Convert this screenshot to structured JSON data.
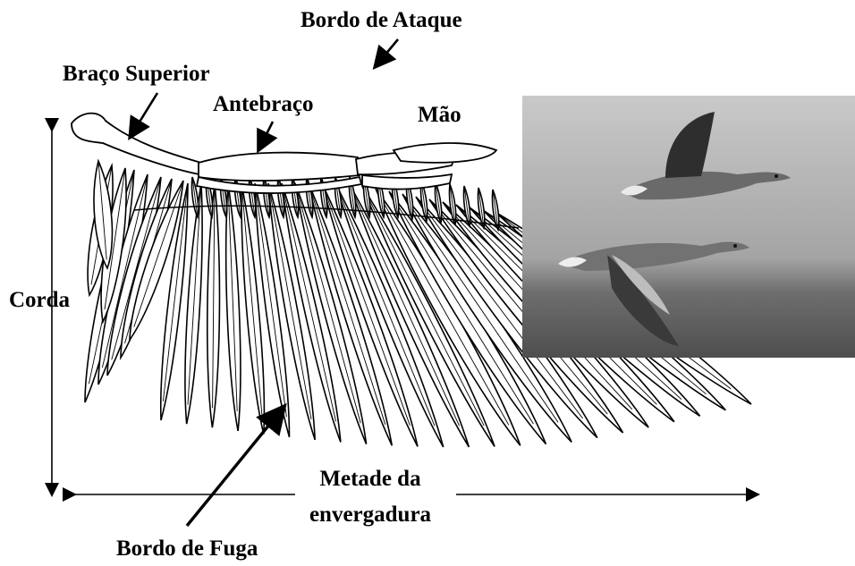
{
  "labels": {
    "leading_edge": "Bordo de Ataque",
    "upper_arm": "Braço Superior",
    "forearm": "Antebraço",
    "hand": "Mão",
    "chord": "Corda",
    "half_span_line1": "Metade da",
    "half_span_line2": "envergadura",
    "trailing_edge": "Bordo de Fuga"
  },
  "colors": {
    "ink": "#000000",
    "sky_top": "#c8c8c8",
    "sky_bottom": "#9a9a9a",
    "ground": "#5a5a5a"
  },
  "icons": {
    "arrows": [
      "arrow-leading-edge",
      "arrow-upper-arm",
      "arrow-forearm",
      "arrow-trailing-edge"
    ],
    "dimension_lines": [
      "chord-dimension-line",
      "half-span-dimension-line"
    ]
  }
}
